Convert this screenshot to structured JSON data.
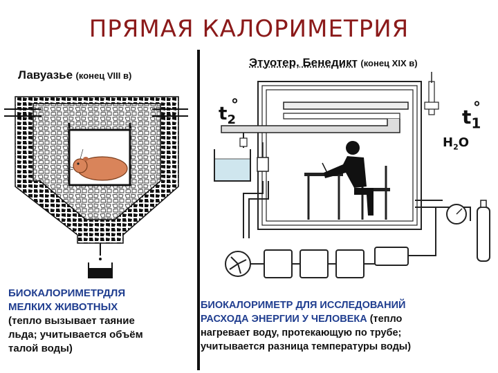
{
  "title": "ПРЯМАЯ КАЛОРИМЕТРИЯ",
  "left": {
    "header_name": "Лавуазье",
    "header_note": "(конец VIII в)",
    "caption_line1": "БИОКАЛОРИМЕТРДЛЯ",
    "caption_line2": "МЕЛКИХ ЖИВОТНЫХ",
    "caption_line3": "(тепло вызывает таяние",
    "caption_line4": "льда; учитывается объём",
    "caption_line5": "талой воды)"
  },
  "right": {
    "header_name": "Этуотер, Бенедикт",
    "header_note": "(конец XIX в)",
    "label_t2": "t",
    "label_t2_sub": "2",
    "label_t1": "t",
    "label_t1_sub": "1",
    "label_degree": "°",
    "label_h2o_h": "H",
    "label_h2o_sub": "2",
    "label_h2o_o": "O",
    "caption_line1": "БИОКАЛОРИМЕТР ДЛЯ ИССЛЕДОВАНИЙ",
    "caption_line2_blue": "РАСХОДА ЭНЕРГИИ У ЧЕЛОВЕКА",
    "caption_line2_black": " (тепло",
    "caption_line3": "нагревает воду, протекающую по трубе;",
    "caption_line4": "учитывается разница температуры воды)"
  },
  "colors": {
    "title": "#8b1a1a",
    "caption_blue": "#1f3d8f",
    "animal": "#d9845a",
    "water": "#cfe6ee"
  },
  "icons": [
    "calorimeter-lavoisier-illustration",
    "guinea-pig-icon",
    "calorimeter-atwater-illustration",
    "seated-man-writing-icon",
    "fan-icon",
    "gauge-icon",
    "gas-cylinder-icon"
  ]
}
